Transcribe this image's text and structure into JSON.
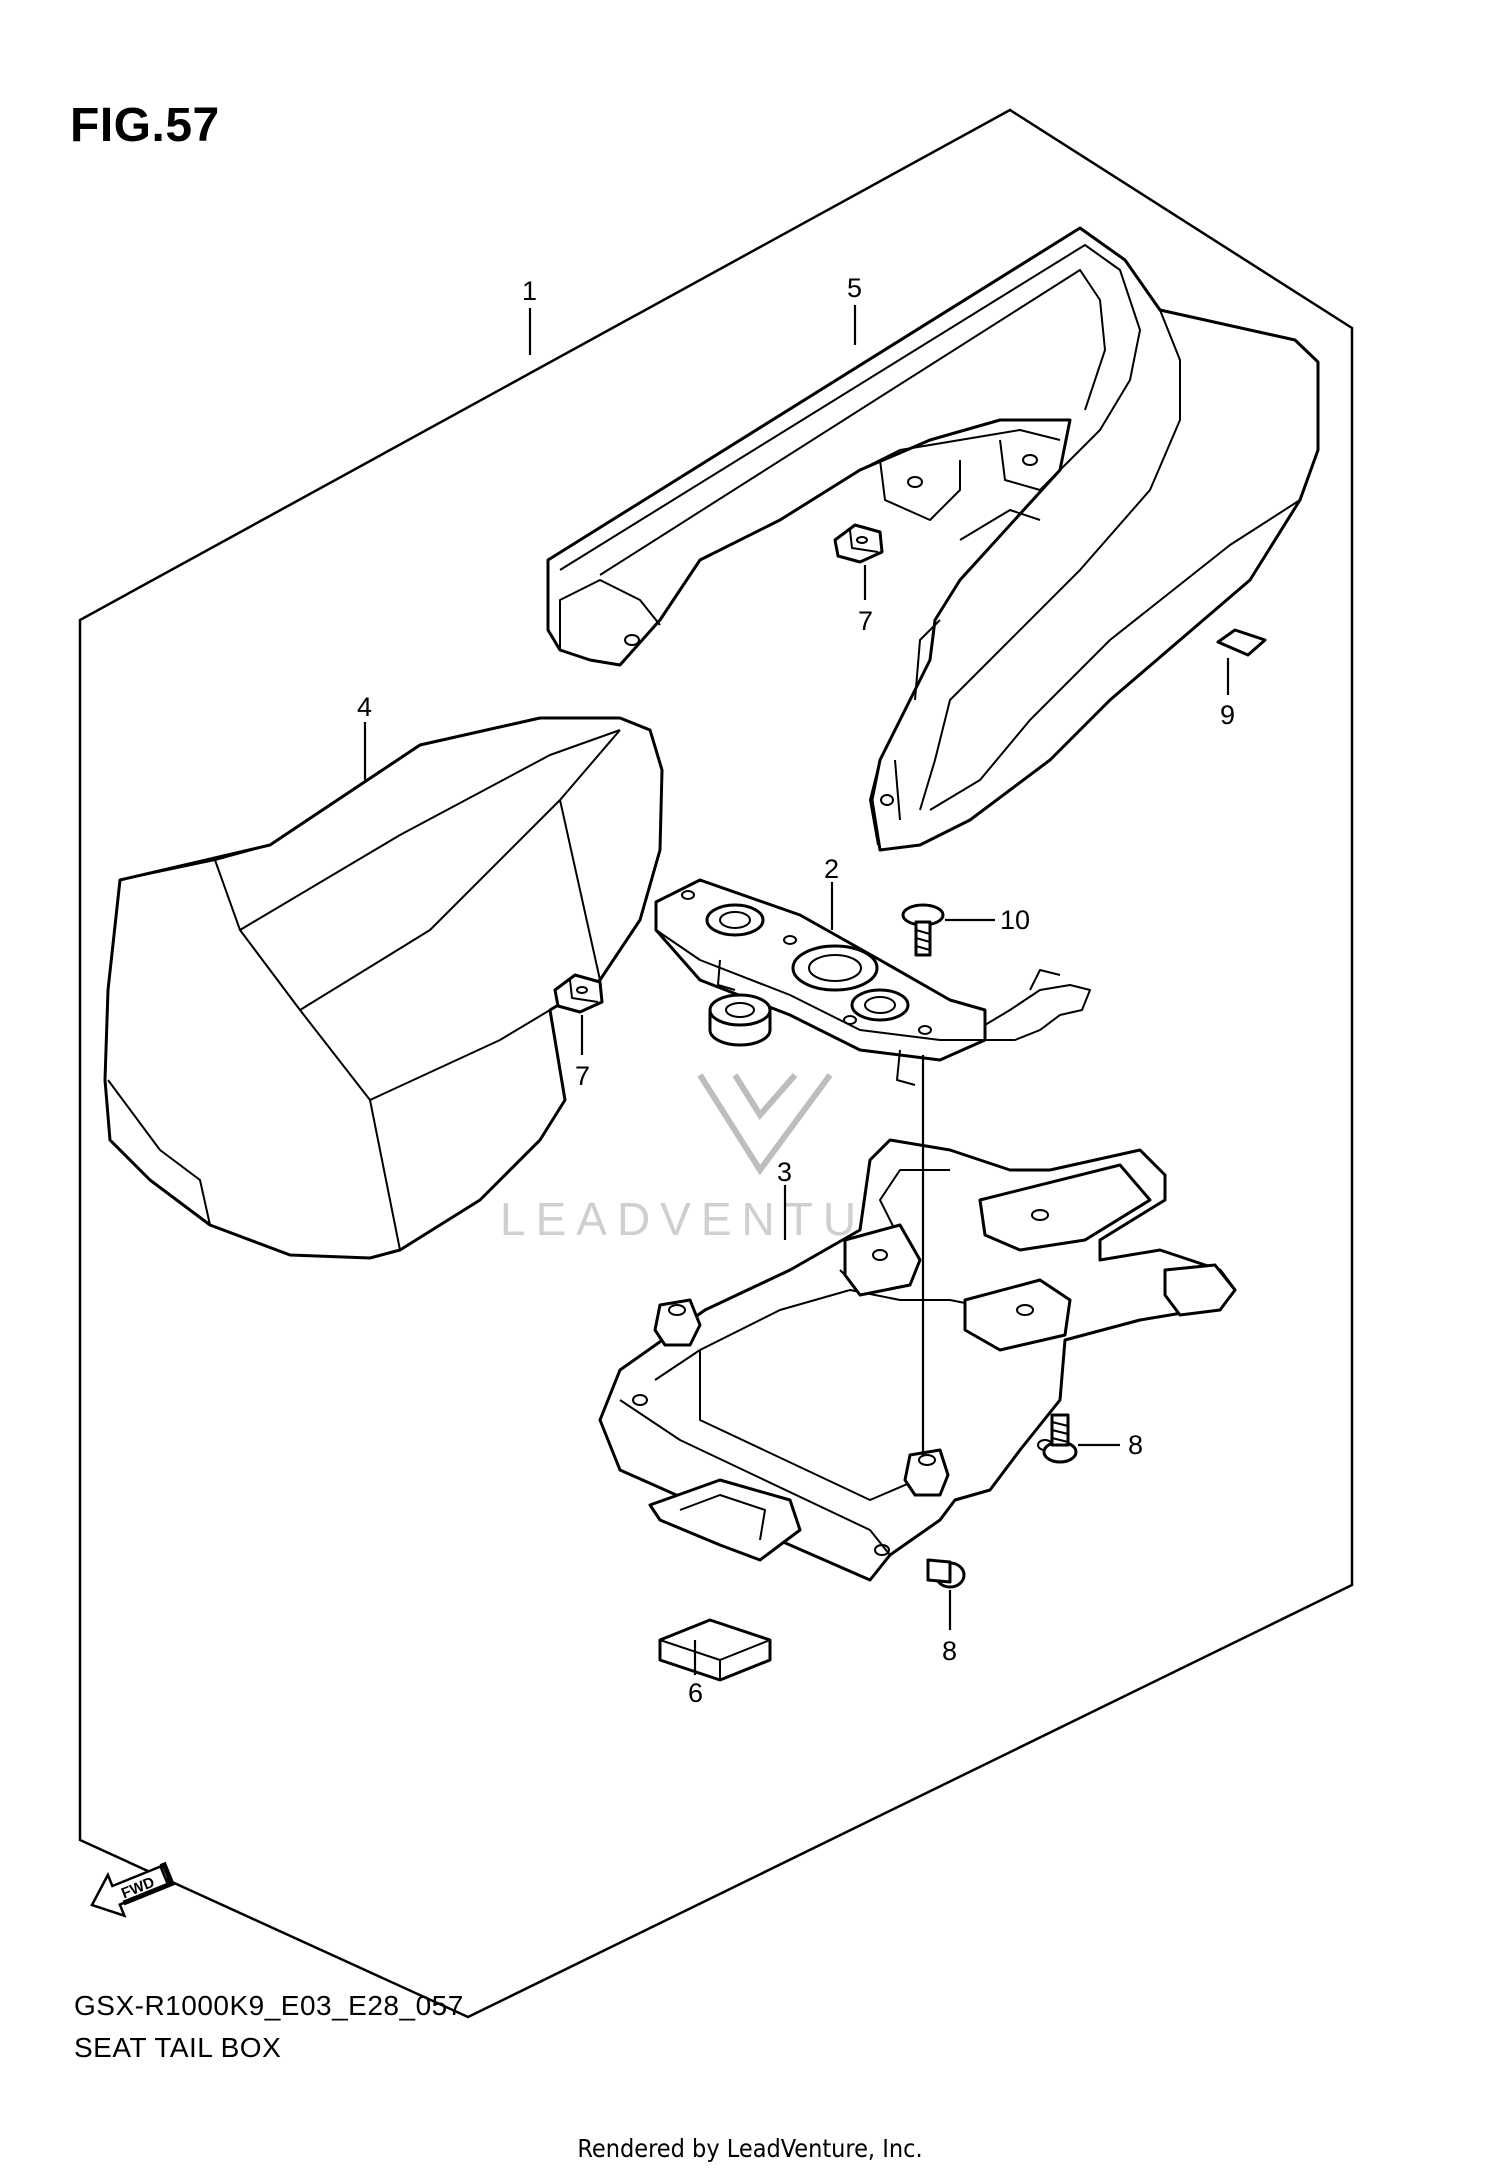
{
  "figure": {
    "title": "FIG.57"
  },
  "callouts": [
    "1",
    "2",
    "3",
    "4",
    "5",
    "6",
    "7",
    "7",
    "8",
    "8",
    "9",
    "10"
  ],
  "fwd_label": "FWD",
  "watermark": "LEADVENTURE",
  "footer": {
    "model_code": "GSX-R1000K9_E03_E28_057",
    "section_name": "SEAT TAIL BOX",
    "credit": "Rendered by LeadVenture, Inc."
  }
}
